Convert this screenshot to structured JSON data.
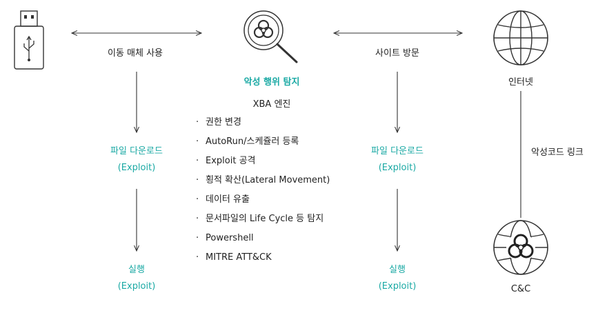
{
  "nodes": {
    "usb_label": "이동 매체 사용",
    "site_label": "사이트 방문",
    "internet_label": "인터넷",
    "cc_label": "C&C",
    "center_title": "악성 행위 탐지",
    "center_engine": "XBA 엔진",
    "malicious_link": "악성코드 링크"
  },
  "left_column": {
    "download_line1": "파일 다운로드",
    "download_line2": "(Exploit)",
    "execute_line1": "실행",
    "execute_line2": "(Exploit)"
  },
  "right_column": {
    "download_line1": "파일 다운로드",
    "download_line2": "(Exploit)",
    "execute_line1": "실행",
    "execute_line2": "(Exploit)"
  },
  "detections": [
    "권한 변경",
    "AutoRun/스케쥴러 등록",
    "Exploit 공격",
    "횡적 확산(Lateral Movement)",
    "데이터 유출",
    "문서파일의 Life Cycle 등 탐지",
    "Powershell",
    "MITRE ATT&CK"
  ],
  "bullet": "·",
  "colors": {
    "accent": "#1aa9a4",
    "line": "#333333",
    "text": "#222222"
  },
  "icons": [
    "usb-icon",
    "magnifier-biohazard-icon",
    "globe-icon",
    "globe-biohazard-icon"
  ]
}
